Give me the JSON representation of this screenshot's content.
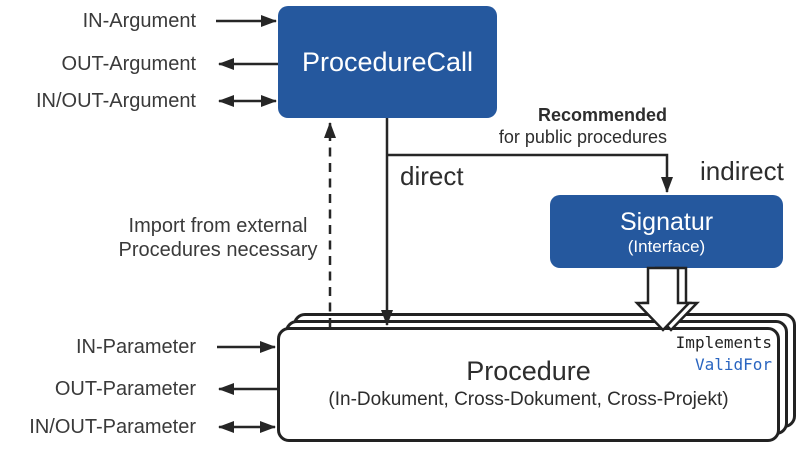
{
  "diagram": {
    "boxes": {
      "procedure_call": {
        "label": "ProcedureCall"
      },
      "signatur": {
        "title": "Signatur",
        "subtitle": "(Interface)"
      },
      "procedure": {
        "title": "Procedure",
        "subtitle": "(In-Dokument, Cross-Dokument, Cross-Projekt)",
        "implements_label": "Implements",
        "validfor_label": "ValidFor"
      }
    },
    "side_labels": {
      "in_argument": "IN-Argument",
      "out_argument": "OUT-Argument",
      "inout_argument": "IN/OUT-Argument",
      "in_parameter": "IN-Parameter",
      "out_parameter": "OUT-Parameter",
      "inout_parameter": "IN/OUT-Parameter"
    },
    "annotations": {
      "import_note_line1": "Import from external",
      "import_note_line2": "Procedures necessary",
      "recommended_title": "Recommended",
      "recommended_sub": "for public procedures",
      "direct": "direct",
      "indirect": "indirect"
    },
    "colors": {
      "box_blue": "#25589e",
      "validfor_blue": "#2a65c0",
      "line_dark": "#262626"
    }
  }
}
